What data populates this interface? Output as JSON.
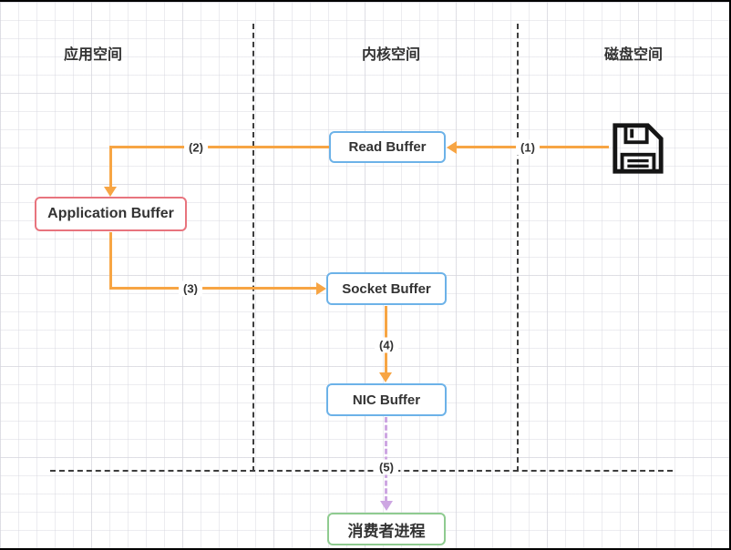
{
  "diagram": {
    "columns": [
      {
        "label": "应用空间"
      },
      {
        "label": "内核空间"
      },
      {
        "label": "磁盘空间"
      }
    ],
    "nodes": {
      "read_buffer": {
        "label": "Read Buffer",
        "border_color": "#6CB2E8"
      },
      "application_buffer": {
        "label": "Application Buffer",
        "border_color": "#E8747E"
      },
      "socket_buffer": {
        "label": "Socket Buffer",
        "border_color": "#6CB2E8"
      },
      "nic_buffer": {
        "label": "NIC Buffer",
        "border_color": "#6CB2E8"
      },
      "consumer_process": {
        "label": "消费者进程",
        "border_color": "#8FCB90"
      }
    },
    "edges": [
      {
        "label": "(1)",
        "from": "disk",
        "to": "read_buffer",
        "color": "#F7A544",
        "style": "solid"
      },
      {
        "label": "(2)",
        "from": "read_buffer",
        "to": "application_buffer",
        "color": "#F7A544",
        "style": "solid"
      },
      {
        "label": "(3)",
        "from": "application_buffer",
        "to": "socket_buffer",
        "color": "#F7A544",
        "style": "solid"
      },
      {
        "label": "(4)",
        "from": "socket_buffer",
        "to": "nic_buffer",
        "color": "#F7A544",
        "style": "solid"
      },
      {
        "label": "(5)",
        "from": "nic_buffer",
        "to": "consumer_process",
        "color": "#CDA6E2",
        "style": "dashed"
      }
    ],
    "icons": {
      "disk": "floppy-disk-icon"
    },
    "colors": {
      "arrow_orange": "#F7A544",
      "arrow_purple": "#CDA6E2",
      "divider_dark": "#3D3D3D",
      "node_blue": "#6CB2E8",
      "node_red": "#E8747E",
      "node_green": "#8FCB90"
    }
  }
}
